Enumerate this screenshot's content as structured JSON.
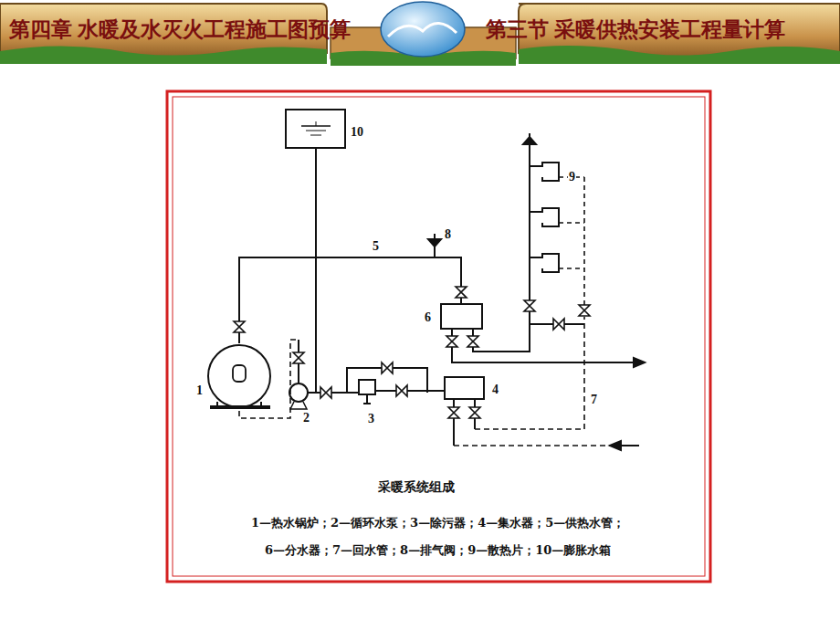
{
  "diagram": {
    "caption": "采暖系统组成",
    "labels": [
      "第四章  水暖及水灭火工程施工图预算",
      "第三节 采暖供热安装工程量计算",
      "10",
      "8",
      "5",
      "9",
      "6",
      "1",
      "2",
      "3",
      "4",
      "7",
      "1—热水锅炉；2—循环水泵；3—除污器；4—集水器；5—供热水管；",
      "6—分水器；7—回水管；8—排气阀；9—散热片；10—膨胀水箱"
    ]
  }
}
